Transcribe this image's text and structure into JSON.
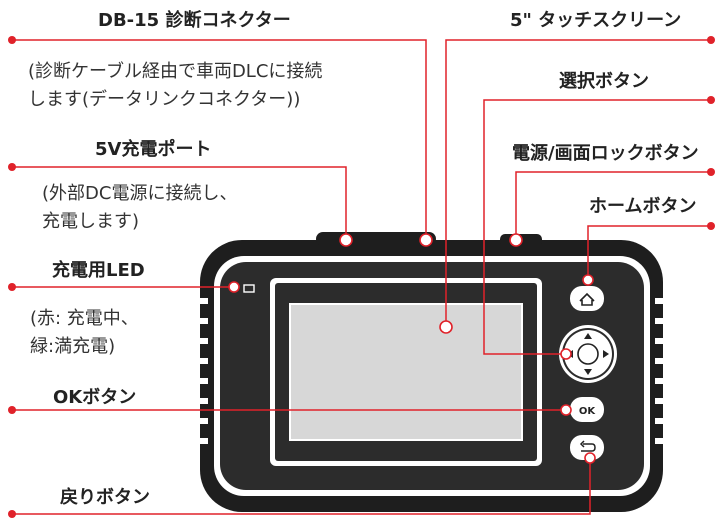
{
  "labels": {
    "db15_title": "DB-15 診断コネクター",
    "db15_desc_1": "(診断ケーブル経由で車両DLCに接続",
    "db15_desc_2": "します(データリンクコネクター))",
    "touch_title": "5\" タッチスクリーン",
    "select_title": "選択ボタン",
    "power_title": "電源/画面ロックボタン",
    "home_title": "ホームボタン",
    "port_title": "5V充電ポート",
    "port_desc_1": "(外部DC電源に接続し、",
    "port_desc_2": "充電します)",
    "led_title": "充電用LED",
    "led_desc_1": "(赤: 充電中、",
    "led_desc_2": "緑:満充電)",
    "ok_title": "OKボタン",
    "back_title": "戻りボタン"
  },
  "device": {
    "ok_key_text": "OK"
  },
  "colors": {
    "callout_red": "#e0222a",
    "bumper": "#1e1e1e",
    "bezel": "#2c2c2c",
    "screen": "#d7d7d7"
  }
}
